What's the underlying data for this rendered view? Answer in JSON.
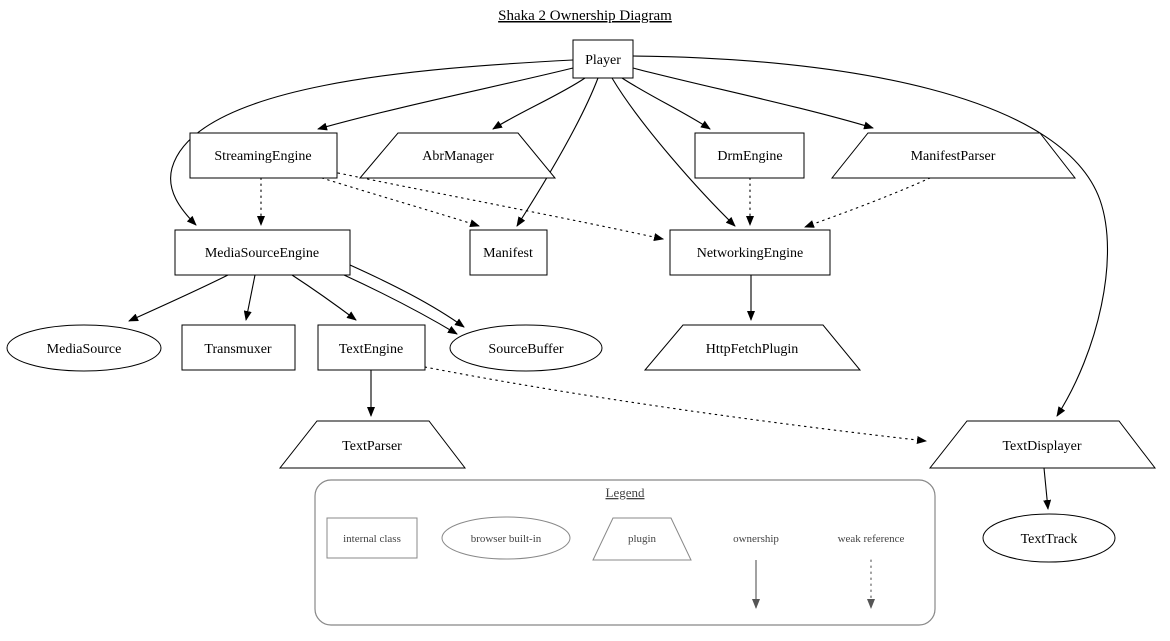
{
  "title": "Shaka 2 Ownership Diagram",
  "nodes": {
    "player": {
      "label": "Player",
      "shape": "box"
    },
    "streaming_engine": {
      "label": "StreamingEngine",
      "shape": "box"
    },
    "abr_manager": {
      "label": "AbrManager",
      "shape": "trapezium"
    },
    "drm_engine": {
      "label": "DrmEngine",
      "shape": "box"
    },
    "manifest_parser": {
      "label": "ManifestParser",
      "shape": "trapezium"
    },
    "media_source_engine": {
      "label": "MediaSourceEngine",
      "shape": "box"
    },
    "manifest": {
      "label": "Manifest",
      "shape": "box"
    },
    "networking_engine": {
      "label": "NetworkingEngine",
      "shape": "box"
    },
    "media_source": {
      "label": "MediaSource",
      "shape": "ellipse"
    },
    "transmuxer": {
      "label": "Transmuxer",
      "shape": "box"
    },
    "text_engine": {
      "label": "TextEngine",
      "shape": "box"
    },
    "source_buffer": {
      "label": "SourceBuffer",
      "shape": "ellipse"
    },
    "http_fetch_plugin": {
      "label": "HttpFetchPlugin",
      "shape": "trapezium"
    },
    "text_parser": {
      "label": "TextParser",
      "shape": "trapezium"
    },
    "text_displayer": {
      "label": "TextDisplayer",
      "shape": "trapezium"
    },
    "text_track": {
      "label": "TextTrack",
      "shape": "ellipse"
    }
  },
  "edges": {
    "ownership": [
      [
        "Player",
        "StreamingEngine"
      ],
      [
        "Player",
        "AbrManager"
      ],
      [
        "Player",
        "DrmEngine"
      ],
      [
        "Player",
        "ManifestParser"
      ],
      [
        "Player",
        "MediaSourceEngine"
      ],
      [
        "Player",
        "Manifest"
      ],
      [
        "Player",
        "NetworkingEngine"
      ],
      [
        "Player",
        "TextDisplayer"
      ],
      [
        "MediaSourceEngine",
        "MediaSource"
      ],
      [
        "MediaSourceEngine",
        "Transmuxer"
      ],
      [
        "MediaSourceEngine",
        "TextEngine"
      ],
      [
        "MediaSourceEngine",
        "SourceBuffer"
      ],
      [
        "MediaSourceEngine",
        "SourceBuffer"
      ],
      [
        "NetworkingEngine",
        "HttpFetchPlugin"
      ],
      [
        "TextEngine",
        "TextParser"
      ],
      [
        "TextDisplayer",
        "TextTrack"
      ]
    ],
    "weak_reference": [
      [
        "StreamingEngine",
        "MediaSourceEngine"
      ],
      [
        "StreamingEngine",
        "Manifest"
      ],
      [
        "StreamingEngine",
        "NetworkingEngine"
      ],
      [
        "DrmEngine",
        "NetworkingEngine"
      ],
      [
        "ManifestParser",
        "NetworkingEngine"
      ],
      [
        "TextEngine",
        "TextDisplayer"
      ]
    ]
  },
  "legend": {
    "title": "Legend",
    "internal_class": "internal class",
    "browser_builtin": "browser built-in",
    "plugin": "plugin",
    "ownership": "ownership",
    "weak_reference": "weak reference"
  },
  "colors": {
    "stroke": "#000000",
    "background": "#ffffff",
    "legend_stroke": "#888888"
  }
}
